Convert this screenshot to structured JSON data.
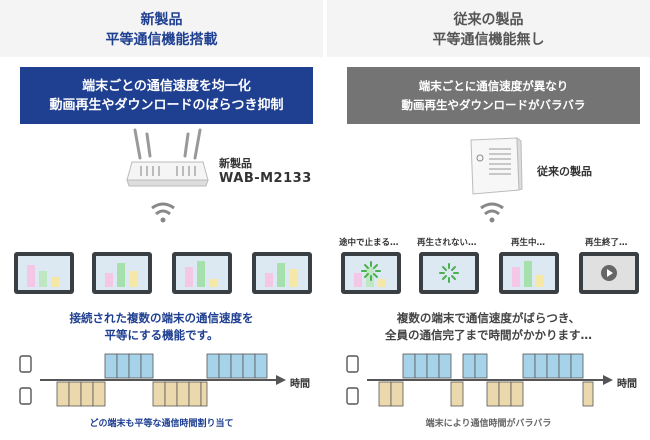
{
  "left": {
    "header": [
      "新製品",
      "平等通信機能搭載"
    ],
    "band": [
      "端末ごとの通信速度を均一化",
      "動画再生やダウンロードのばらつき抑制"
    ],
    "product_label": [
      "新製品",
      "WAB-M2133"
    ],
    "description": [
      "接続された複数の端末の通信速度を",
      "平等にする機能です。"
    ],
    "time_label": "時間",
    "footer": "どの端末も平等な通信時間割り当て"
  },
  "right": {
    "header": [
      "従来の製品",
      "平等通信機能無し"
    ],
    "band": [
      "端末ごとに通信速度が異なり",
      "動画再生やダウンロードがバラバラ"
    ],
    "product_label": "従来の製品",
    "tablet_captions": [
      "途中で止まる…",
      "再生されない…",
      "再生中…",
      "再生終了…"
    ],
    "description": [
      "複数の端末で通信速度がばらつき、",
      "全員の通信完了まで時間がかかります…"
    ],
    "time_label": "時間",
    "footer": "端末により通信時間がバラバラ"
  },
  "colors": {
    "primary_blue": "#1f3f91",
    "gray_band": "#747474",
    "slot_blue": "#a7d3ea",
    "slot_tan": "#ecd8ad"
  }
}
